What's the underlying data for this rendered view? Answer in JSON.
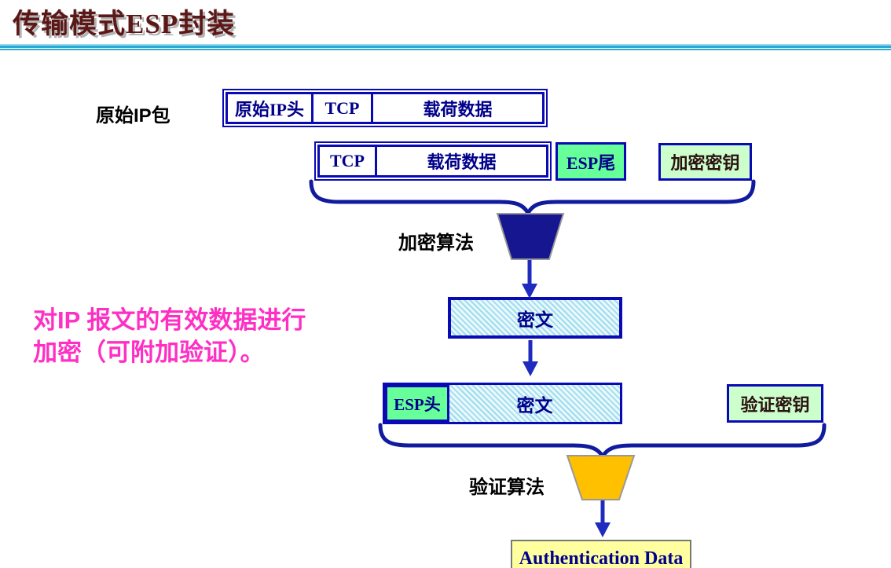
{
  "title": "传输模式ESP封装",
  "note": {
    "line1": "对IP 报文的有效数据进行",
    "line2": "加密（可附加验证）。"
  },
  "labels": {
    "original_packet": "原始IP包",
    "encrypt_algo": "加密算法",
    "verify_algo": "验证算法"
  },
  "boxes": {
    "row1": [
      "原始IP头",
      "TCP",
      "载荷数据"
    ],
    "row2": [
      "TCP",
      "载荷数据"
    ],
    "esp_tail": "ESP尾",
    "encrypt_key": "加密密钥",
    "cipher1": "密文",
    "esp_head": "ESP头",
    "cipher2": "密文",
    "verify_key": "验证密钥",
    "auth_data": "Authentication Data"
  },
  "colors": {
    "title_text": "#5c1717",
    "divider_cyan": "#2aa9d2",
    "box_border_blue": "#0a0ab4",
    "box_text_blue": "#00008b",
    "esp_green": "#66ff99",
    "key_box_green": "#ccffcc",
    "key_text_dark": "#2b1111",
    "cipher_hatch_blue": "#9edcee",
    "encrypt_funnel_navy": "#161691",
    "verify_funnel_orange": "#ffc000",
    "arrow_blue": "#1f2bbf",
    "note_pink": "#ff2fc4",
    "auth_box_yellow": "#ffffa0"
  }
}
